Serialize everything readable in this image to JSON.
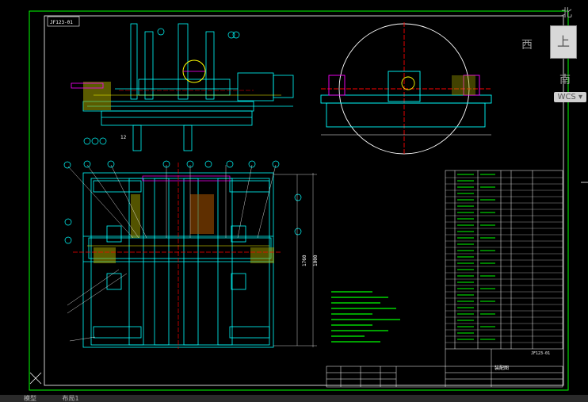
{
  "drawing": {
    "code_box": "JF123-01",
    "block_label": "12",
    "title_block_name": "装配图",
    "title_block_code": "JF123-01",
    "dims": [
      "1760",
      "1000"
    ]
  },
  "viewcube": {
    "north": "北",
    "west": "西",
    "south": "南",
    "top": "上",
    "wcs": "WCS"
  },
  "tabs": [
    "模型",
    "布局1"
  ],
  "colors": {
    "border": "#00ff00",
    "part": "#00ffff",
    "label": "#ffff00",
    "accent": "#ff00ff",
    "center": "#ff0000",
    "text": "#ffffff"
  }
}
